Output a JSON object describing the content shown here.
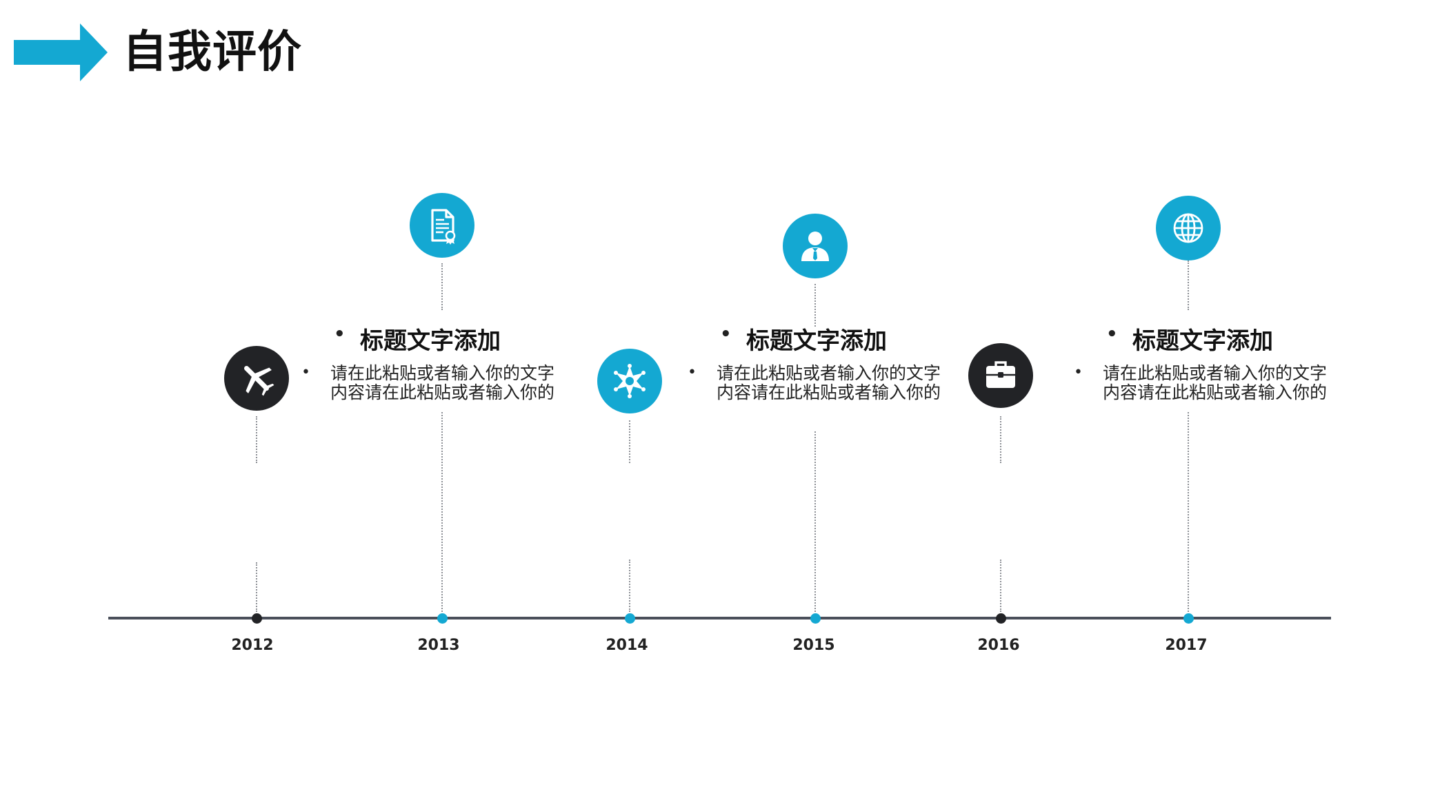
{
  "header": {
    "title": "自我评价",
    "accent_color": "#14a8d2"
  },
  "timeline": {
    "points": [
      {
        "year": "2012",
        "icon": "airplane-icon",
        "style": "dark"
      },
      {
        "year": "2013",
        "icon": "certificate-document-icon",
        "style": "blue"
      },
      {
        "year": "2014",
        "icon": "sheriff-star-icon",
        "style": "blue"
      },
      {
        "year": "2015",
        "icon": "businessman-icon",
        "style": "blue"
      },
      {
        "year": "2016",
        "icon": "briefcase-icon",
        "style": "dark"
      },
      {
        "year": "2017",
        "icon": "globe-icon",
        "style": "blue"
      }
    ],
    "colors": {
      "dark": "#222326",
      "blue": "#14a8d2",
      "axis": "#4a4f5a"
    }
  },
  "blocks": [
    {
      "heading": "标题文字添加",
      "line1": "请在此粘贴或者输入你的文字",
      "line2": "内容请在此粘贴或者输入你的"
    },
    {
      "heading": "标题文字添加",
      "line1": "请在此粘贴或者输入你的文字",
      "line2": "内容请在此粘贴或者输入你的"
    },
    {
      "heading": "标题文字添加",
      "line1": "请在此粘贴或者输入你的文字",
      "line2": "内容请在此粘贴或者输入你的"
    }
  ]
}
